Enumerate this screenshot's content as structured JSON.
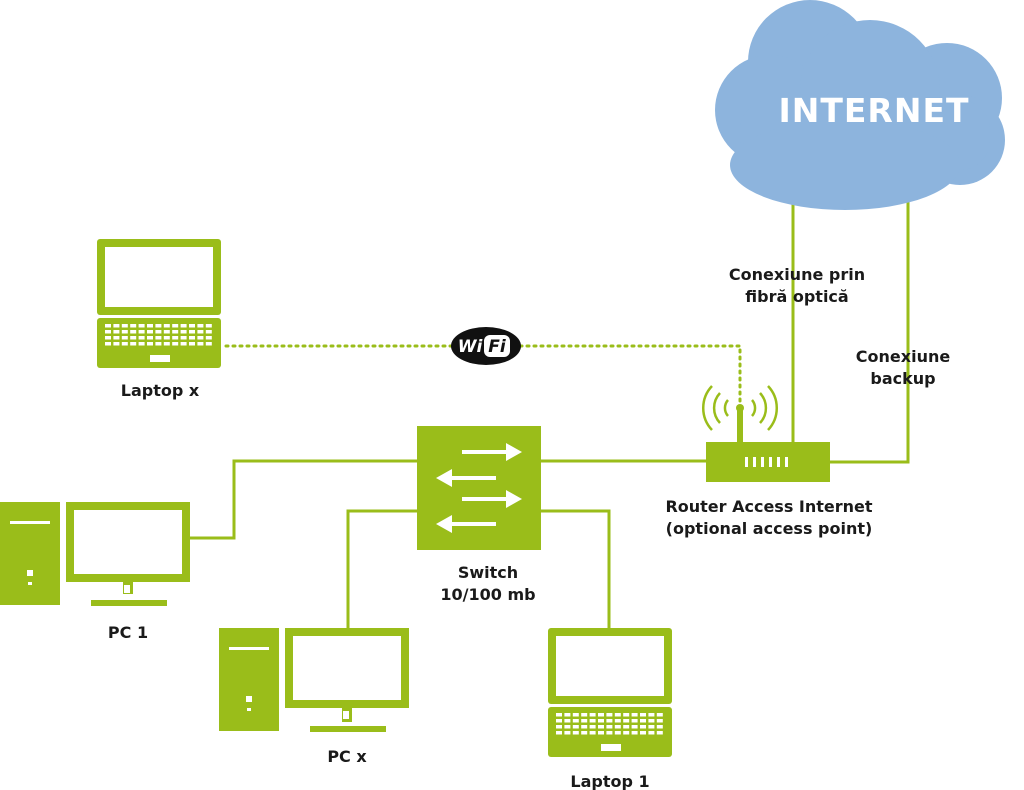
{
  "cloud": {
    "label": "INTERNET"
  },
  "connections": {
    "fiber": {
      "line1": "Conexiune prin",
      "line2": "fibră optică"
    },
    "backup": {
      "line1": "Conexiune",
      "line2": "backup"
    }
  },
  "wifi": {
    "text_wi": "Wi",
    "text_fi": "Fi"
  },
  "devices": {
    "router": {
      "line1": "Router Access Internet",
      "line2": "(optional access point)"
    },
    "switch": {
      "line1": "Switch",
      "line2": "10/100 mb"
    },
    "laptop_x": {
      "label": "Laptop x"
    },
    "pc_1": {
      "label": "PC 1"
    },
    "pc_x": {
      "label": "PC x"
    },
    "laptop_1": {
      "label": "Laptop 1"
    }
  },
  "colors": {
    "device": "#9abd1a",
    "line": "#9abd1a",
    "cloud": "#8db4dd",
    "label": "#1a1a1a",
    "wifi_badge": "#111111"
  },
  "icons": {
    "cloud": "cloud-icon",
    "router": "router-icon",
    "switch": "switch-icon",
    "laptop": "laptop-icon",
    "desktop": "desktop-pc-icon",
    "wifi": "wifi-logo-icon",
    "signal": "signal-waves-icon"
  }
}
